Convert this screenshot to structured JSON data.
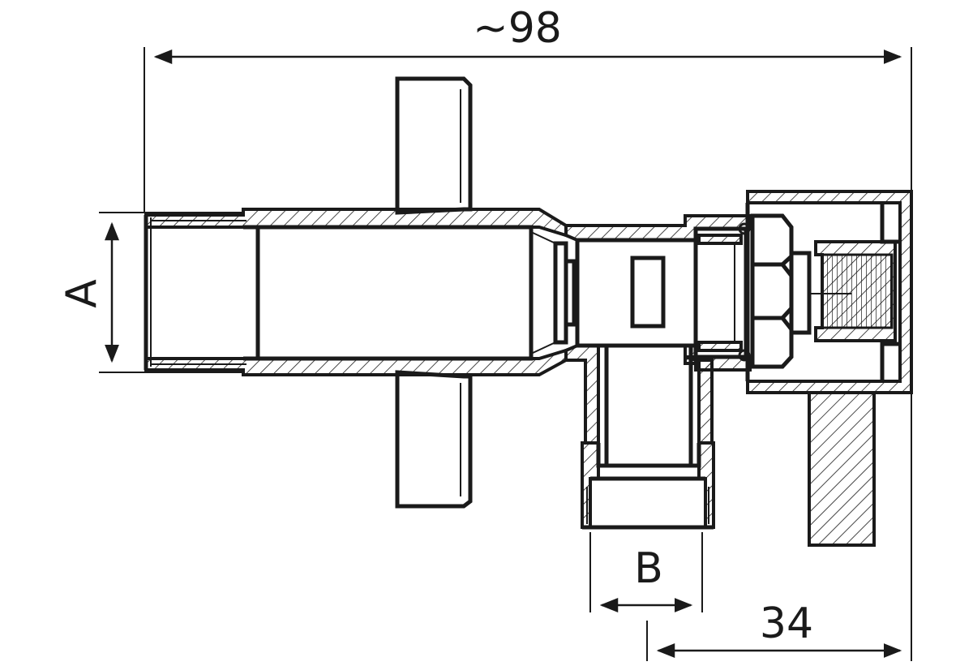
{
  "dimensions": {
    "overall_length": "~98",
    "thread_inlet": "A",
    "thread_outlet": "B",
    "offset": "34"
  }
}
